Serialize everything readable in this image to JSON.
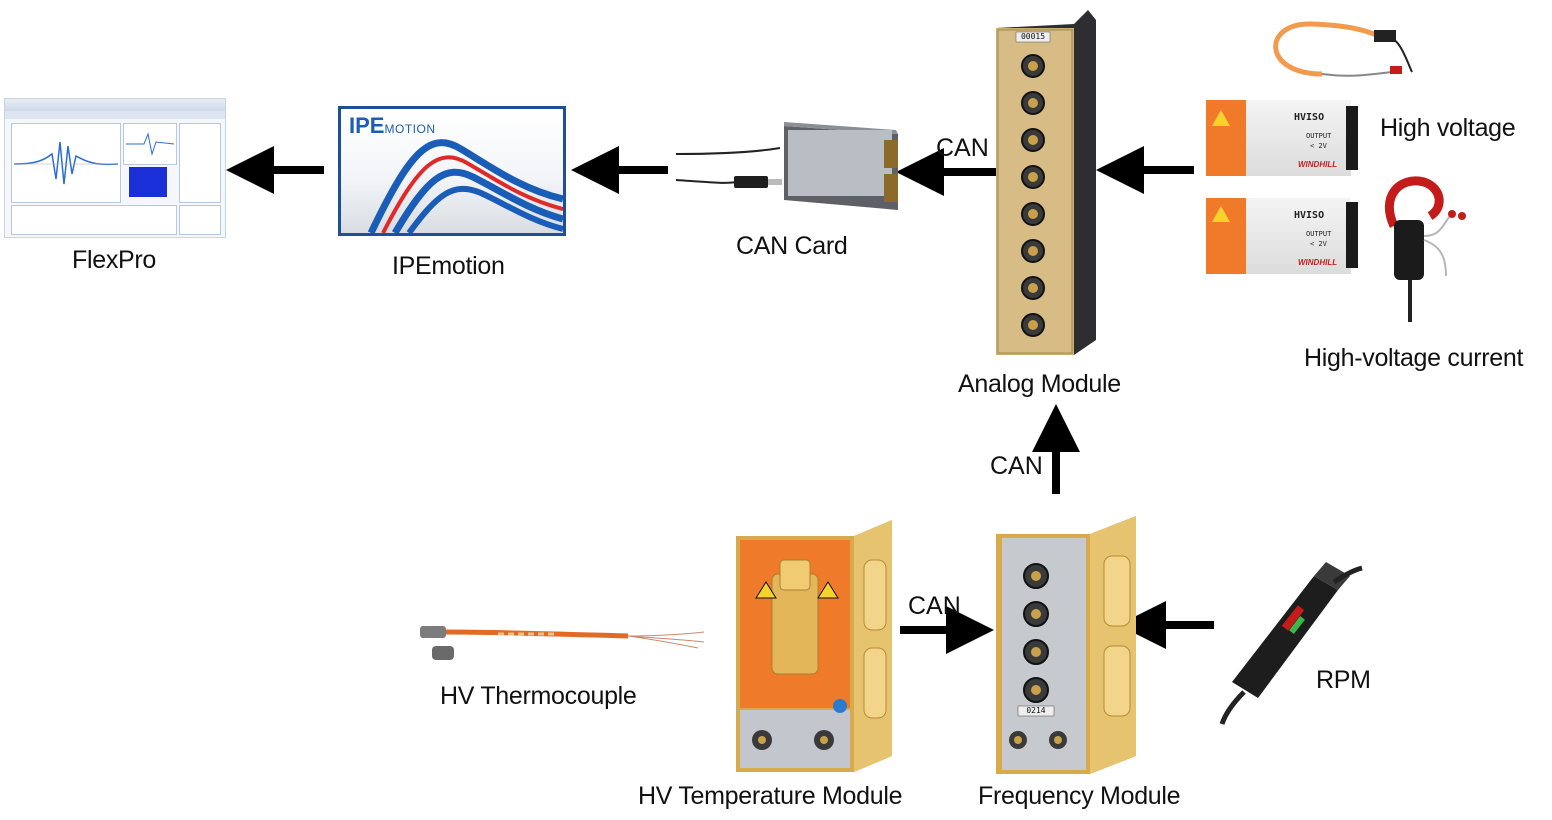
{
  "labels": {
    "flexpro": "FlexPro",
    "ipemotion": "IPEmotion",
    "can_card": "CAN Card",
    "analog_module": "Analog Module",
    "high_voltage": "High voltage",
    "high_voltage_current": "High-voltage current",
    "hv_thermocouple": "HV Thermocouple",
    "hv_temperature_module": "HV Temperature Module",
    "frequency_module": "Frequency Module",
    "rpm": "RPM"
  },
  "connections": {
    "can_card_to_analog": "CAN",
    "frequency_to_analog": "CAN",
    "temperature_to_frequency": "CAN"
  },
  "logo": {
    "ipe": "IP",
    "ipe_e": "E",
    "motion": "MOTION"
  },
  "hviso": {
    "title": "HVISO",
    "brand": "WINDHILL",
    "output_1": "OUTPUT",
    "output_2": "< 2V"
  },
  "module_tags": {
    "analog": "00015",
    "frequency": "0214"
  },
  "colors": {
    "ipe_blue": "#1c4f9c",
    "curve_red": "#e02a2a",
    "curve_blue": "#1a5db8",
    "hviso_orange": "#f07a2a",
    "module_gold": "#e2b95a",
    "probe_red": "#c41b1b"
  }
}
